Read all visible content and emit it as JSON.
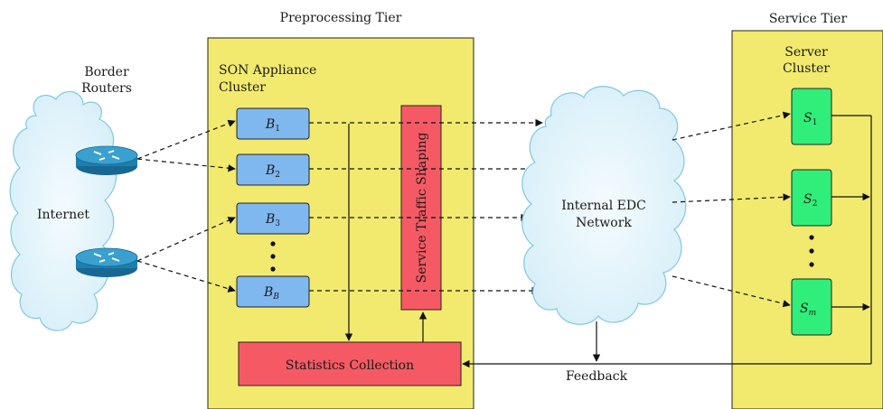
{
  "tiers": {
    "preprocessing": "Preprocessing Tier",
    "service": "Service Tier"
  },
  "border_routers": [
    "Border",
    "Routers"
  ],
  "internet": "Internet",
  "son_cluster": [
    "SON Appliance",
    "Cluster"
  ],
  "buffers": [
    {
      "base": "B",
      "sub": "1"
    },
    {
      "base": "B",
      "sub": "2"
    },
    {
      "base": "B",
      "sub": "3"
    },
    {
      "base": "B",
      "sub": "B"
    }
  ],
  "service_traffic_shaping": "Service Traffic Shaping",
  "statistics_collection": "Statistics Collection",
  "internal_network": [
    "Internal EDC",
    "Network"
  ],
  "server_cluster": [
    "Server",
    "Cluster"
  ],
  "servers": [
    {
      "base": "S",
      "sub": "1"
    },
    {
      "base": "S",
      "sub": "2"
    },
    {
      "base": "S",
      "sub": "m"
    }
  ],
  "feedback": "Feedback",
  "colors": {
    "tier_fill": "#f2ea6e",
    "buffer_fill": "#7fb7ef",
    "shaping_fill": "#f55a64",
    "server_fill": "#2fef7a",
    "router_fill": "#1e7fae"
  }
}
